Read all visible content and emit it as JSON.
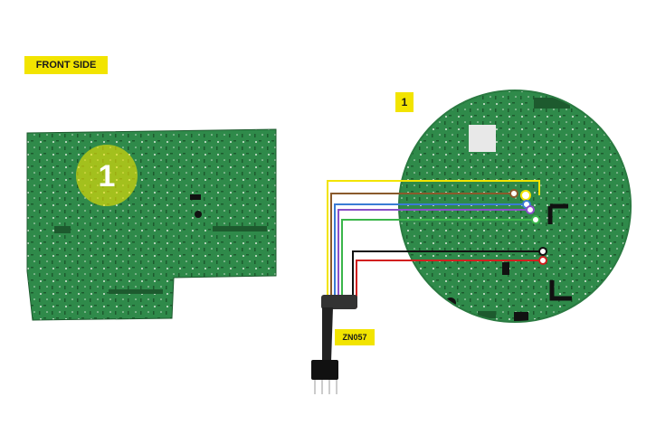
{
  "labels": {
    "front_side": "FRONT SIDE",
    "detail_number": "1",
    "board_marker": "1",
    "connector": "ZN057"
  },
  "colors": {
    "label_bg": "#f2e400",
    "pcb": "#2f8a4a",
    "pcb_dark": "#1f6a36",
    "wires": [
      "#f2e400",
      "#8a5a2b",
      "#3a7bd5",
      "#8a4fc8",
      "#3ab54a",
      "#111111",
      "#d21f1f"
    ]
  },
  "icons": [
    "circuit-board-photo",
    "zoom-detail-photo",
    "sensor-connector-probe"
  ]
}
